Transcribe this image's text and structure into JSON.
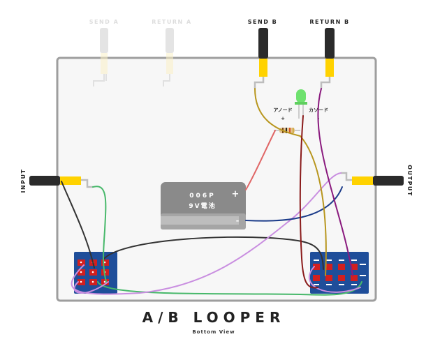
{
  "title": "A/B LOOPER",
  "subtitle": "Bottom View",
  "jacks": {
    "send_a": "SEND A",
    "return_a": "RETURN A",
    "send_b": "SEND B",
    "return_b": "RETURN B",
    "input": "INPUT",
    "output": "OUTPUT"
  },
  "battery": {
    "line1": "006P",
    "line2": "9V電池",
    "plus": "+",
    "minus": "-"
  },
  "led": {
    "anode": "アノード",
    "anode_sign": "+",
    "cathode": "カソード",
    "cathode_sign": "-"
  },
  "colors": {
    "enclosure": "#9e9e9e",
    "jack_plug": "#ffd200",
    "jack_dim": "#fbf1c7",
    "pcb": "#1f4e9a",
    "pad": "#d21f1f",
    "wire_black": "#333333",
    "wire_green": "#47b86a",
    "wire_purple": "#c98ee0",
    "wire_navy": "#1c3c8a",
    "wire_brown": "#b8961e",
    "wire_darkred": "#8a1a1a",
    "wire_magenta": "#8a1a7e",
    "wire_red": "#e06666",
    "led_green": "#6ee16e"
  }
}
